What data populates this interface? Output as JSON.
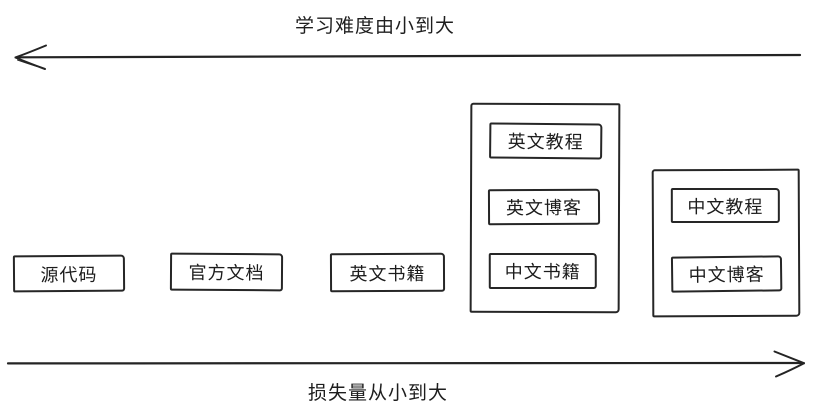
{
  "diagram": {
    "background_color": "#ffffff",
    "ink_color": "#222222",
    "top_axis": {
      "label": "学习难度由小到大",
      "arrow_direction": "left"
    },
    "bottom_axis": {
      "label": "损失量从小到大",
      "arrow_direction": "right"
    },
    "standalone_items": [
      {
        "label": "源代码"
      },
      {
        "label": "官方文档"
      },
      {
        "label": "英文书籍"
      }
    ],
    "groups": [
      {
        "items": [
          {
            "label": "英文教程"
          },
          {
            "label": "英文博客"
          },
          {
            "label": "中文书籍"
          }
        ]
      },
      {
        "items": [
          {
            "label": "中文教程"
          },
          {
            "label": "中文博客"
          }
        ]
      }
    ]
  }
}
